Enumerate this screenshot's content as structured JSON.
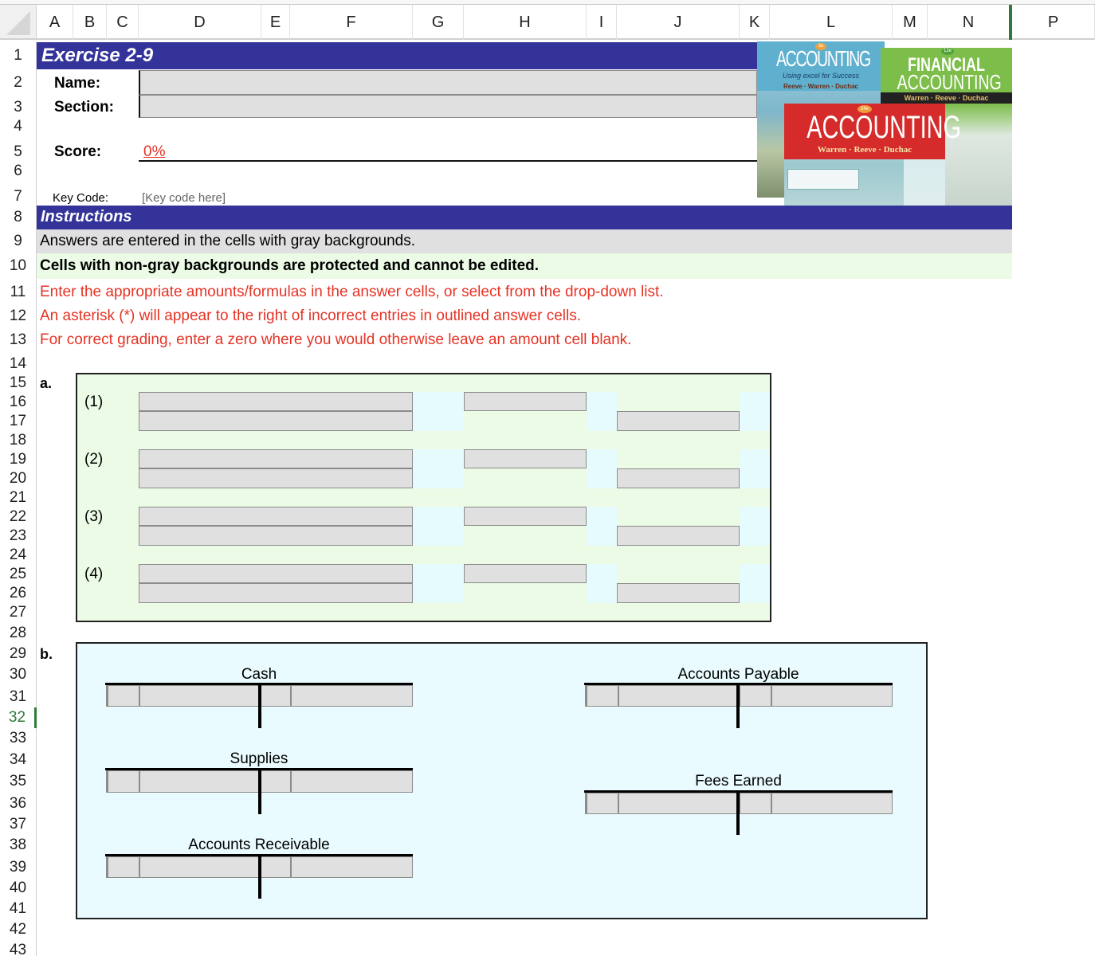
{
  "columns": [
    "A",
    "B",
    "C",
    "D",
    "E",
    "F",
    "G",
    "H",
    "I",
    "J",
    "K",
    "L",
    "M",
    "N",
    "P"
  ],
  "rows": [
    "1",
    "2",
    "3",
    "4",
    "5",
    "6",
    "7",
    "8",
    "9",
    "10",
    "11",
    "12",
    "13",
    "14",
    "15",
    "16",
    "17",
    "18",
    "19",
    "20",
    "21",
    "22",
    "23",
    "24",
    "25",
    "26",
    "27",
    "28",
    "29",
    "30",
    "31",
    "32",
    "33",
    "34",
    "35",
    "36",
    "37",
    "38",
    "39",
    "40",
    "41",
    "42",
    "43"
  ],
  "active_row": "32",
  "header": {
    "title": "Exercise 2-9",
    "name_label": "Name:",
    "section_label": "Section:",
    "score_label": "Score:",
    "score_value": "0%",
    "keycode_label": "Key Code:",
    "keycode_value": "[Key code here]"
  },
  "instructions": {
    "title": "Instructions",
    "line1": "Answers are entered in the cells with gray backgrounds.",
    "line2": "Cells with non-gray backgrounds are protected and cannot be edited.",
    "line3": "Enter the appropriate amounts/formulas in the answer cells, or select from the drop-down list.",
    "line4": "An asterisk (*) will appear to the right of incorrect entries in outlined answer cells.",
    "line5": "For correct grading, enter a zero where you would otherwise leave an amount cell blank."
  },
  "part_a": {
    "label": "a.",
    "items": [
      "(1)",
      "(2)",
      "(3)",
      "(4)"
    ]
  },
  "part_b": {
    "label": "b.",
    "accounts_left": [
      "Cash",
      "Supplies",
      "Accounts Receivable"
    ],
    "accounts_right": [
      "Accounts Payable",
      "Fees Earned"
    ]
  },
  "covers": {
    "cover1_title": "ACCOUNTING",
    "cover1_subtitle": "Using excel for Success",
    "cover1_authors": "Reeve · Warren · Duchac",
    "cover1_edition": "3e",
    "cover2_title_top": "FINANCIAL",
    "cover2_title": "ACCOUNTING",
    "cover2_authors": "Warren · Reeve · Duchac",
    "cover2_edition": "12e",
    "cover3_title": "ACCOUNTING",
    "cover3_authors": "Warren · Reeve · Duchac",
    "cover3_edition": "24e"
  },
  "colors": {
    "band": "#333399",
    "answer_gray": "#e0e0e0",
    "section_a_bg": "#ebfbe6",
    "section_b_bg": "#e9fbfe",
    "instruction_red": "#e53325",
    "active_green": "#2f7a3a"
  }
}
